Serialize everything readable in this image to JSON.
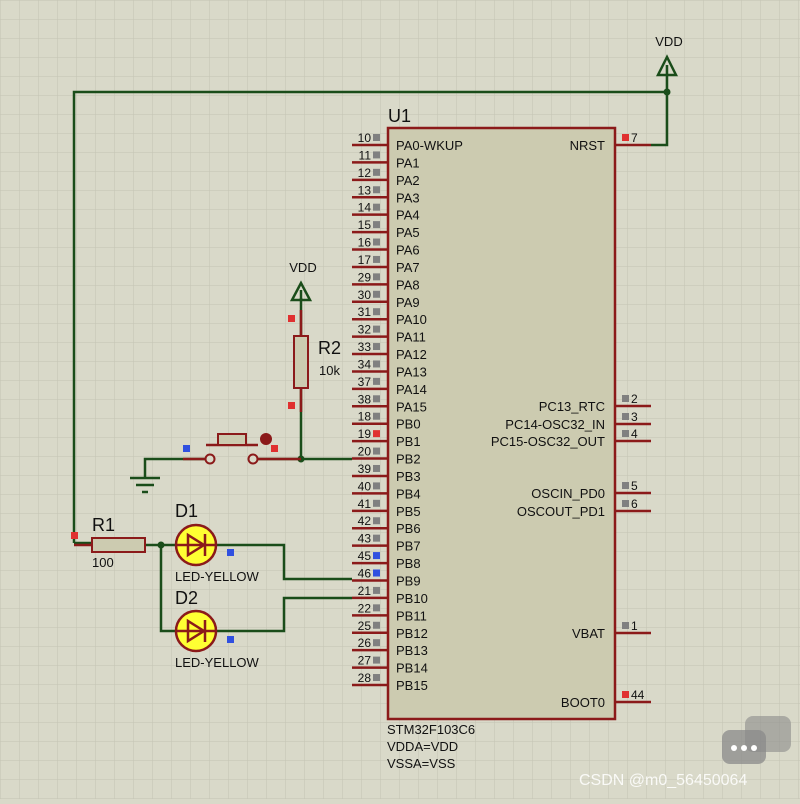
{
  "power": {
    "vdd_top": "VDD",
    "vdd_r2": "VDD"
  },
  "u1": {
    "ref": "U1",
    "part": "STM32F103C6",
    "notes": [
      "VDDA=VDD",
      "VSSA=VSS"
    ],
    "left_pins": [
      {
        "num": "10",
        "name": "PA0-WKUP"
      },
      {
        "num": "11",
        "name": "PA1"
      },
      {
        "num": "12",
        "name": "PA2"
      },
      {
        "num": "13",
        "name": "PA3"
      },
      {
        "num": "14",
        "name": "PA4"
      },
      {
        "num": "15",
        "name": "PA5"
      },
      {
        "num": "16",
        "name": "PA6"
      },
      {
        "num": "17",
        "name": "PA7"
      },
      {
        "num": "29",
        "name": "PA8"
      },
      {
        "num": "30",
        "name": "PA9"
      },
      {
        "num": "31",
        "name": "PA10"
      },
      {
        "num": "32",
        "name": "PA11"
      },
      {
        "num": "33",
        "name": "PA12"
      },
      {
        "num": "34",
        "name": "PA13"
      },
      {
        "num": "37",
        "name": "PA14"
      },
      {
        "num": "38",
        "name": "PA15"
      },
      {
        "num": "18",
        "name": "PB0"
      },
      {
        "num": "19",
        "name": "PB1"
      },
      {
        "num": "20",
        "name": "PB2"
      },
      {
        "num": "39",
        "name": "PB3"
      },
      {
        "num": "40",
        "name": "PB4"
      },
      {
        "num": "41",
        "name": "PB5"
      },
      {
        "num": "42",
        "name": "PB6"
      },
      {
        "num": "43",
        "name": "PB7"
      },
      {
        "num": "45",
        "name": "PB8"
      },
      {
        "num": "46",
        "name": "PB9"
      },
      {
        "num": "21",
        "name": "PB10"
      },
      {
        "num": "22",
        "name": "PB11"
      },
      {
        "num": "25",
        "name": "PB12"
      },
      {
        "num": "26",
        "name": "PB13"
      },
      {
        "num": "27",
        "name": "PB14"
      },
      {
        "num": "28",
        "name": "PB15"
      }
    ],
    "right_pins": [
      {
        "num": "7",
        "name": "NRST"
      },
      {
        "num": "2",
        "name": "PC13_RTC"
      },
      {
        "num": "3",
        "name": "PC14-OSC32_IN"
      },
      {
        "num": "4",
        "name": "PC15-OSC32_OUT"
      },
      {
        "num": "5",
        "name": "OSCIN_PD0"
      },
      {
        "num": "6",
        "name": "OSCOUT_PD1"
      },
      {
        "num": "1",
        "name": "VBAT"
      },
      {
        "num": "44",
        "name": "BOOT0"
      }
    ]
  },
  "r1": {
    "ref": "R1",
    "value": "100"
  },
  "r2": {
    "ref": "R2",
    "value": "10k"
  },
  "d1": {
    "ref": "D1",
    "value": "LED-YELLOW"
  },
  "d2": {
    "ref": "D2",
    "value": "LED-YELLOW"
  },
  "watermark": "CSDN @m0_56450064",
  "colors": {
    "background": "#d9d9c9",
    "grid": "#c4c4b4",
    "chip_fill": "#cccbb0",
    "chip_border": "#8b1a1a",
    "wire": "#1a4d1a",
    "led_fill": "#ffff33",
    "pin_red": "#e03030",
    "pin_blue": "#3050e0",
    "pin_gray": "#808080"
  },
  "icons": {
    "chat": "chat-bubbles-icon"
  }
}
